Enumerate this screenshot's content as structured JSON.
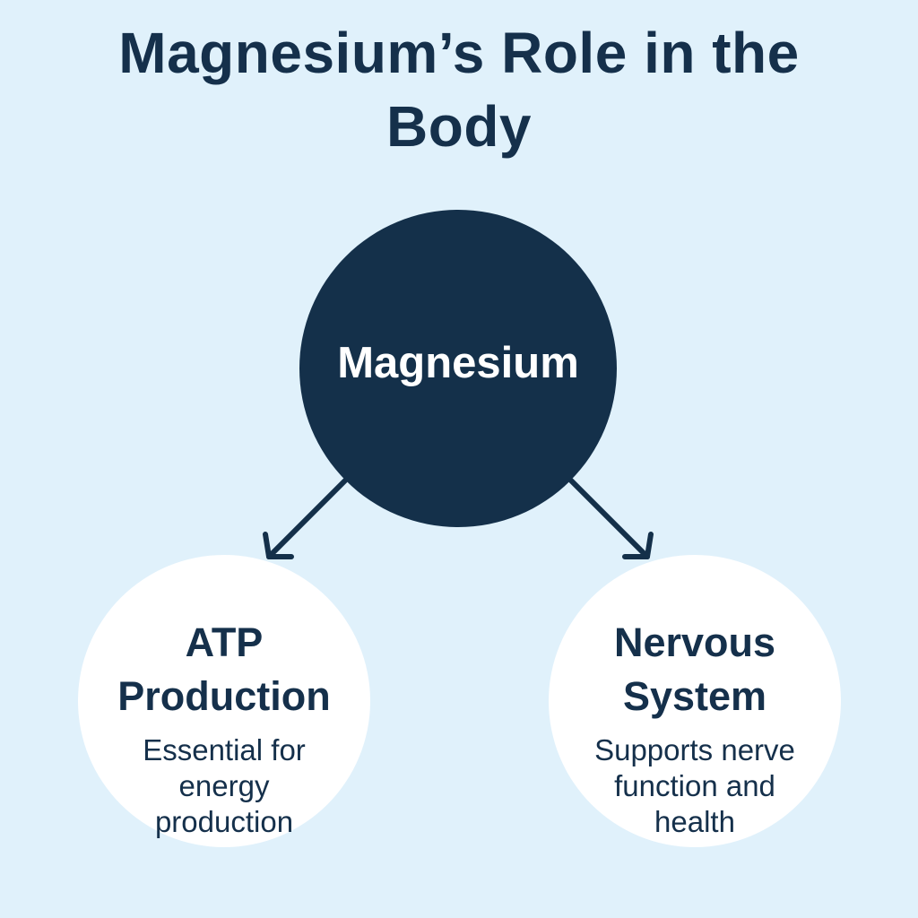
{
  "title": "Magnesium’s Role in the Body",
  "center": {
    "label": "Magnesium"
  },
  "nodes": [
    {
      "title": "ATP Production",
      "description": "Essential for energy production"
    },
    {
      "title": "Nervous System",
      "description": "Supports nerve function and health"
    }
  ],
  "colors": {
    "background": "#e0f1fb",
    "primary": "#14304a",
    "node_fill": "#ffffff",
    "text": "#15304b"
  }
}
